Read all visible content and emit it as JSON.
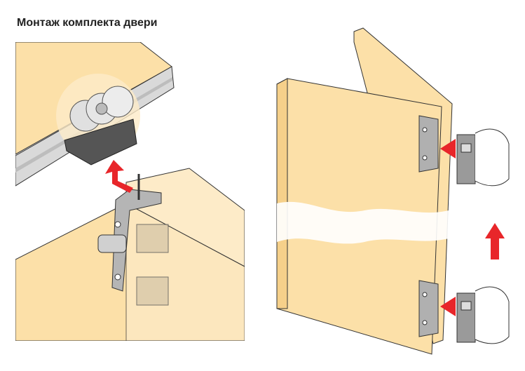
{
  "title": "Монтаж комплекта двери",
  "colors": {
    "wood": "#FCE0A8",
    "wood_light": "#FDEBC8",
    "rail": "#D9D9D9",
    "metal": "#8C8C8C",
    "arrow": "#E8262A"
  },
  "illustrations": {
    "left": "carriage-to-door-bracket-mounting",
    "right": "door-brackets-slide-on"
  }
}
